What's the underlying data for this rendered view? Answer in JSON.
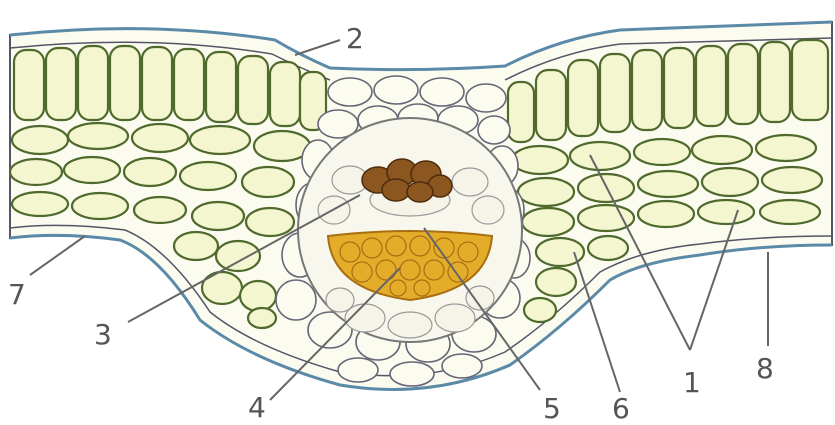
{
  "figure": {
    "labels": [
      {
        "id": "label-1",
        "text": "1"
      },
      {
        "id": "label-2",
        "text": "2"
      },
      {
        "id": "label-3",
        "text": "3"
      },
      {
        "id": "label-4",
        "text": "4"
      },
      {
        "id": "label-5",
        "text": "5"
      },
      {
        "id": "label-6",
        "text": "6"
      },
      {
        "id": "label-7",
        "text": "7"
      },
      {
        "id": "label-8",
        "text": "8"
      }
    ]
  },
  "colors": {
    "mesophyll": "#f4f6d0",
    "cell_wall": "#4f6a2c",
    "xylem": "#e3ad2a",
    "phloem": "#8b5620",
    "epidermis_cuticle": "#5b8aa8"
  }
}
